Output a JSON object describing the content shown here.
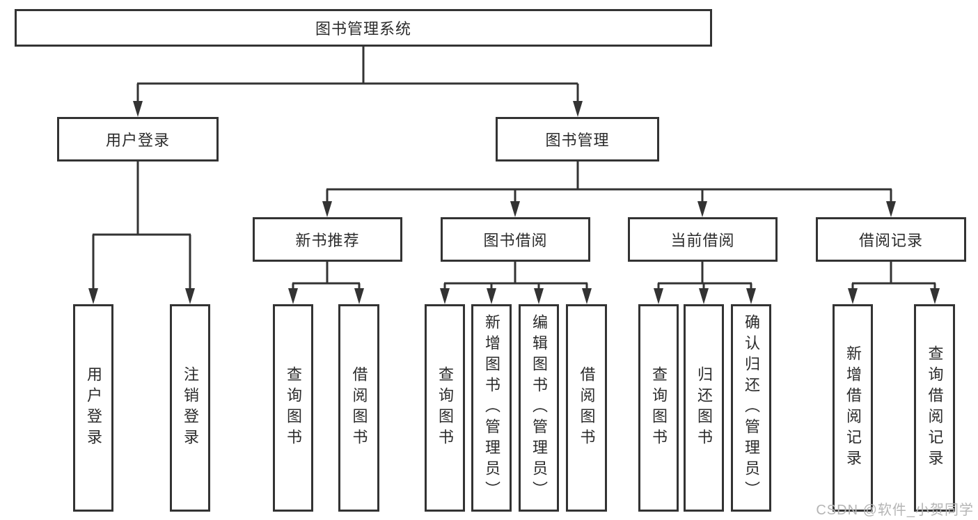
{
  "diagram": {
    "title_node": {
      "label": "图书管理系统"
    },
    "level2": [
      {
        "label": "用户登录"
      },
      {
        "label": "图书管理"
      }
    ],
    "level3": [
      {
        "label": "新书推荐",
        "parent": "图书管理"
      },
      {
        "label": "图书借阅",
        "parent": "图书管理"
      },
      {
        "label": "当前借阅",
        "parent": "图书管理"
      },
      {
        "label": "借阅记录",
        "parent": "图书管理"
      }
    ],
    "leaves": [
      {
        "label": "用户登录",
        "parent": "用户登录"
      },
      {
        "label": "注销登录",
        "parent": "用户登录"
      },
      {
        "label": "查询图书",
        "parent": "新书推荐"
      },
      {
        "label": "借阅图书",
        "parent": "新书推荐"
      },
      {
        "label": "查询图书",
        "parent": "图书借阅"
      },
      {
        "label": "新增图书（管理员）",
        "parent": "图书借阅"
      },
      {
        "label": "编辑图书（管理员）",
        "parent": "图书借阅"
      },
      {
        "label": "借阅图书",
        "parent": "图书借阅"
      },
      {
        "label": "查询图书",
        "parent": "当前借阅"
      },
      {
        "label": "归还图书",
        "parent": "当前借阅"
      },
      {
        "label": "确认归还（管理员）",
        "parent": "当前借阅"
      },
      {
        "label": "新增借阅记录",
        "parent": "借阅记录"
      },
      {
        "label": "查询借阅记录",
        "parent": "借阅记录"
      }
    ],
    "colors": {
      "stroke": "#333333",
      "text": "#2b2b2b",
      "background": "#ffffff",
      "watermark": "#b5b5b5"
    }
  },
  "watermark": {
    "text": "CSDN @软件_小贺同学"
  }
}
